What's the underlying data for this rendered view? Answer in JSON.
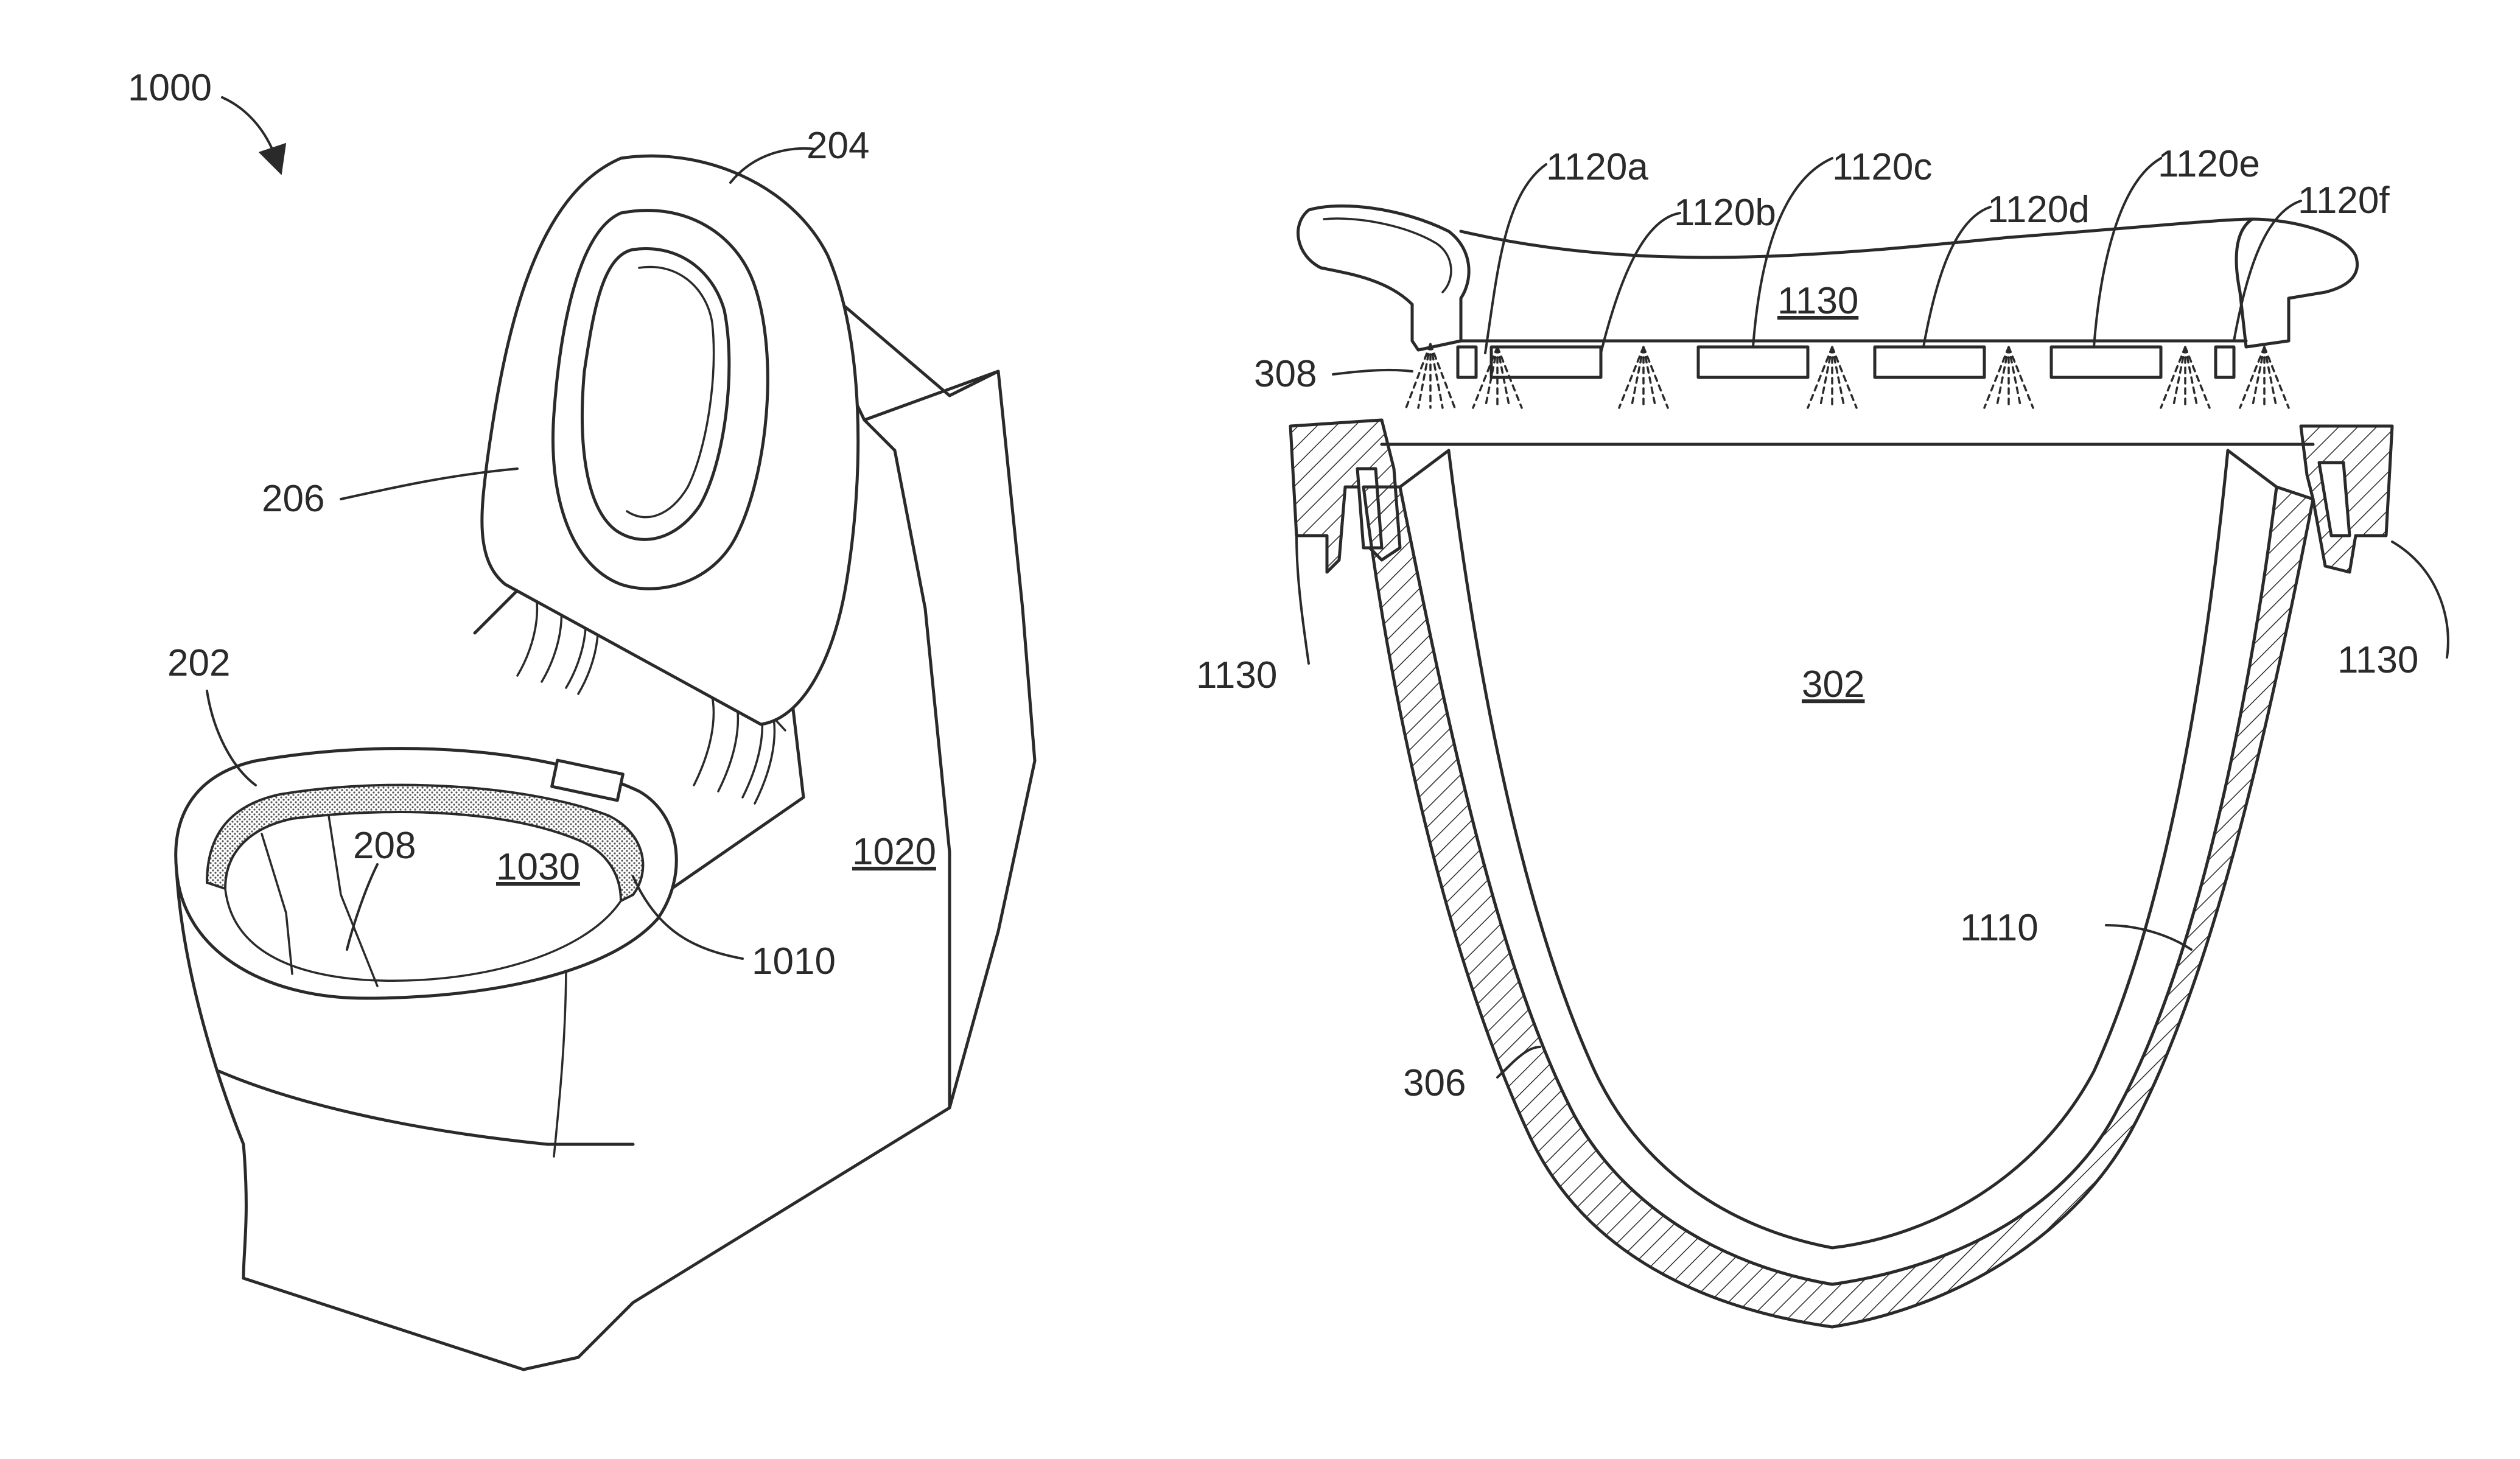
{
  "labels": {
    "fig_ref": "1000",
    "lid": "204",
    "seat": "206",
    "bowl_rim": "202",
    "seal_left": "208",
    "bowl_interior": "1030",
    "tank": "1020",
    "seal_ring": "1010",
    "nozzle_a": "1120a",
    "nozzle_b": "1120b",
    "nozzle_c": "1120c",
    "nozzle_d": "1120d",
    "nozzle_e": "1120e",
    "nozzle_f": "1120f",
    "manifold": "1130",
    "spray": "308",
    "mount_left": "1130",
    "mount_right": "1130",
    "bowl_cavity": "302",
    "liner": "1110",
    "bowl_wall": "306"
  }
}
